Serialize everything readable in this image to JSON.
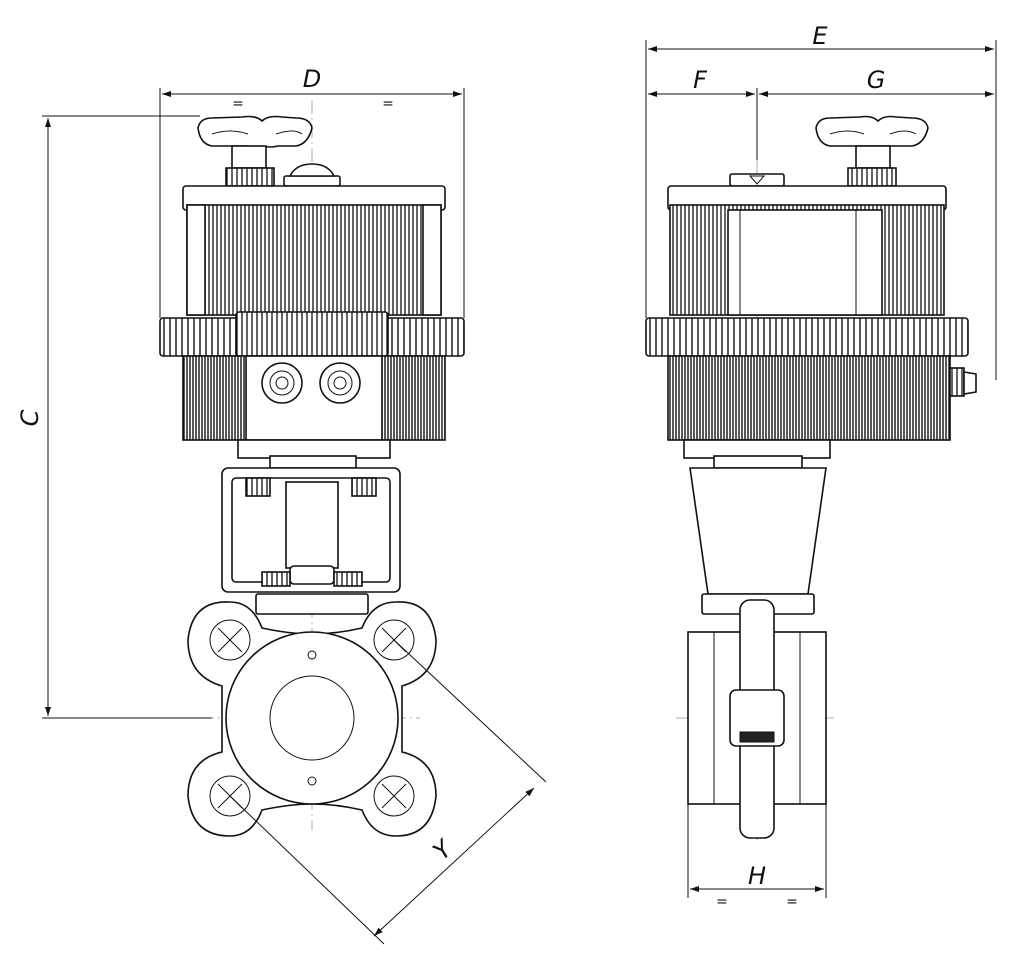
{
  "dimensions": {
    "D": {
      "label": "D",
      "eq_left": "=",
      "eq_right": "="
    },
    "C": {
      "label": "C"
    },
    "Y": {
      "label": "Y"
    },
    "E": {
      "label": "E"
    },
    "F": {
      "label": "F"
    },
    "G": {
      "label": "G"
    },
    "H": {
      "label": "H",
      "eq_left": "=",
      "eq_right": "="
    }
  }
}
